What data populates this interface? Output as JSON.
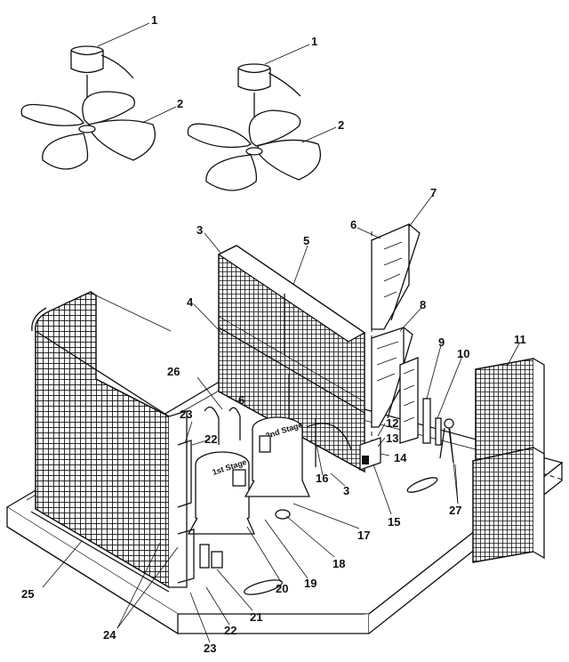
{
  "diagram": {
    "callouts": {
      "c1a": "1",
      "c1b": "1",
      "c2a": "2",
      "c2b": "2",
      "c3a": "3",
      "c3b": "3",
      "c4": "4",
      "c5": "5",
      "c6a": "6",
      "c6b": "6",
      "c7": "7",
      "c8": "8",
      "c9": "9",
      "c10": "10",
      "c11": "11",
      "c12": "12",
      "c13": "13",
      "c14": "14",
      "c15": "15",
      "c16": "16",
      "c17": "17",
      "c18": "18",
      "c19": "19",
      "c20": "20",
      "c21": "21",
      "c22a": "22",
      "c22b": "22",
      "c23a": "23",
      "c23b": "23",
      "c24": "24",
      "c25": "25",
      "c26": "26",
      "c27": "27"
    },
    "compressor_stamps": {
      "first": "1st Stage",
      "second": "2nd Stage"
    }
  },
  "colors": {
    "ink": "#111111",
    "paper": "#ffffff"
  }
}
